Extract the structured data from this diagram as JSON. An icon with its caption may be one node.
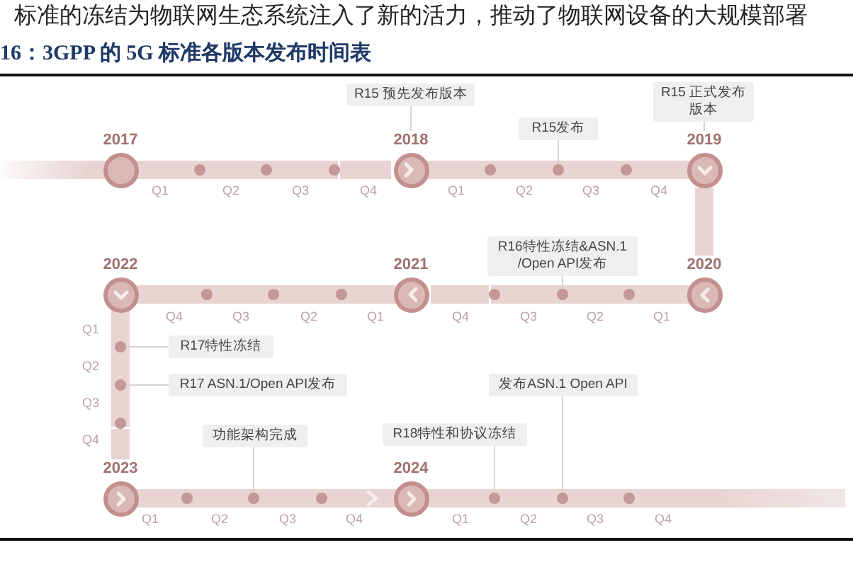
{
  "diagram": {
    "title": "16：3GPP 的 5G 标准各版本发布时间表",
    "nodes": [
      {
        "text": [
          "R15 预先发布版本"
        ]
      },
      {
        "text": [
          "R15 正式发布版本"
        ]
      },
      {
        "text": [
          "R15发布"
        ]
      },
      {
        "text": [
          "2017"
        ]
      },
      {
        "text": [],
        "shape": "circle"
      },
      {
        "text": [],
        "shape": "circle"
      },
      {
        "text": [],
        "shape": "circle"
      },
      {
        "text": [
          "2018"
        ]
      },
      {
        "text": [],
        "shape": "circle"
      },
      {
        "text": [],
        "shape": "circle"
      },
      {
        "text": [],
        "shape": "circle"
      },
      {
        "text": [
          "2019"
        ]
      },
      {
        "text": [
          "R16特性冻结&ASN.1 /Open API发布"
        ]
      },
      {
        "text": [
          "2022"
        ]
      },
      {
        "text": [],
        "shape": "circle"
      },
      {
        "text": [],
        "shape": "circle"
      },
      {
        "text": [],
        "shape": "circle"
      },
      {
        "text": [
          "2021"
        ]
      },
      {
        "text": [],
        "shape": "circle"
      },
      {
        "text": [],
        "shape": "circle"
      },
      {
        "text": [],
        "shape": "circle"
      },
      {
        "text": [
          "2020"
        ]
      },
      {
        "text": [],
        "shape": "circle"
      },
      {
        "text": [
          "R17特性冻结"
        ]
      },
      {
        "text": [],
        "shape": "circle"
      },
      {
        "text": [
          "R17 ASN.1/Open API发布"
        ]
      },
      {
        "text": [
          "发布ASN.1 Open API"
        ]
      },
      {
        "text": [],
        "shape": "circle"
      },
      {
        "text": [
          "功能架构完成"
        ]
      },
      {
        "text": [
          "R18特性和协议冻结"
        ]
      },
      {
        "text": [
          "2023"
        ]
      },
      {
        "text": [],
        "shape": "circle"
      },
      {
        "text": [],
        "shape": "circle"
      },
      {
        "text": [],
        "shape": "circle"
      },
      {
        "text": [
          "2024"
        ]
      },
      {
        "text": [],
        "shape": "circle"
      },
      {
        "text": [],
        "shape": "circle"
      },
      {
        "text": [],
        "shape": "circle"
      }
    ],
    "edges": [
      {
        "from": null,
        "to": 3,
        "arrow": "none"
      },
      {
        "from": 3,
        "to": 4,
        "arrow": "none"
      },
      {
        "from": 4,
        "to": 5,
        "arrow": "none"
      },
      {
        "from": 5,
        "to": 6,
        "arrow": "none"
      },
      {
        "from": 6,
        "to": 7,
        "arrow": "to"
      },
      {
        "from": 7,
        "to": 8,
        "arrow": "none"
      },
      {
        "from": 8,
        "to": 9,
        "arrow": "none"
      },
      {
        "from": 9,
        "to": 10,
        "arrow": "none"
      },
      {
        "from": 10,
        "to": 11,
        "arrow": "none"
      },
      {
        "from": 11,
        "to": 21,
        "arrow": "none"
      },
      {
        "from": 21,
        "to": 20,
        "arrow": "none"
      },
      {
        "from": 20,
        "to": 19,
        "arrow": "none"
      },
      {
        "from": 19,
        "to": 18,
        "arrow": "none"
      },
      {
        "from": 18,
        "to": 17,
        "arrow": "to"
      },
      {
        "from": 17,
        "to": 16,
        "arrow": "none"
      },
      {
        "from": 16,
        "to": 15,
        "arrow": "none"
      },
      {
        "from": 15,
        "to": 14,
        "arrow": "none"
      },
      {
        "from": 14,
        "to": 13,
        "arrow": "none"
      },
      {
        "from": 13,
        "to": 22,
        "arrow": "none"
      },
      {
        "from": 22,
        "to": 24,
        "arrow": "none"
      },
      {
        "from": 24,
        "to": 27,
        "arrow": "none"
      },
      {
        "from": 27,
        "to": 30,
        "arrow": "none"
      },
      {
        "from": 30,
        "to": 31,
        "arrow": "none"
      },
      {
        "from": 31,
        "to": 32,
        "arrow": "none"
      },
      {
        "from": 32,
        "to": 33,
        "arrow": "none"
      },
      {
        "from": 33,
        "to": 34,
        "arrow": "to"
      },
      {
        "from": 34,
        "to": 35,
        "arrow": "none"
      },
      {
        "from": 35,
        "to": 36,
        "arrow": "none"
      },
      {
        "from": 36,
        "to": 37,
        "arrow": "none"
      },
      {
        "from": 37,
        "to": null,
        "arrow": "none"
      },
      {
        "from": 0,
        "to": 7,
        "arrow": "none",
        "color": "#d4d4d4"
      },
      {
        "from": 2,
        "to": 9,
        "arrow": "none",
        "color": "#d4d4d4"
      },
      {
        "from": 1,
        "to": 11,
        "arrow": "none",
        "color": "#d4d4d4"
      },
      {
        "from": 12,
        "to": 19,
        "arrow": "none",
        "color": "#d4d4d4"
      },
      {
        "from": 23,
        "to": 22,
        "arrow": "none",
        "color": "#d4d4d4"
      },
      {
        "from": 25,
        "to": 24,
        "arrow": "none",
        "color": "#d4d4d4"
      },
      {
        "from": 28,
        "to": 32,
        "arrow": "none",
        "color": "#d4d4d4"
      },
      {
        "from": 29,
        "to": 35,
        "arrow": "none",
        "color": "#d4d4d4"
      },
      {
        "from": 26,
        "to": 36,
        "arrow": "none",
        "color": "#d4d4d4"
      }
    ],
    "labels": [
      "标准的冻结为物联网生态系统注入了新的活力，推动了物联网设备的大规模部署",
      "Q1",
      "Q2",
      "Q3",
      "Q4",
      "Q1",
      "Q2",
      "Q3",
      "Q4",
      "Q4",
      "Q3",
      "Q2",
      "Q1",
      "Q4",
      "Q3",
      "Q2",
      "Q1",
      "Q1",
      "Q2",
      "Q3",
      "Q4",
      "Q1",
      "Q2",
      "Q3",
      "Q4",
      "Q1",
      "Q2",
      "Q3",
      "Q4"
    ]
  }
}
